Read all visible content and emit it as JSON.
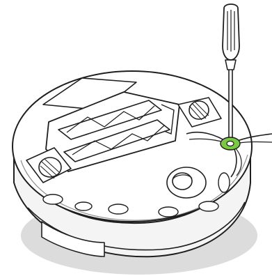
{
  "illustration": {
    "subject": "robot-vacuum-underside",
    "tool": "screwdriver",
    "highlight_part": "side-brush-screw"
  },
  "colors": {
    "background": "#ffffff",
    "outline": "#1e1e1e",
    "body_fill": "#ffffff",
    "shadow": "#dcdcdc",
    "side_wall": "#f4f4f4",
    "screw_highlight": "#7ac943",
    "screw_highlight_inner": "#a6e36b"
  },
  "icons": {
    "screwdriver": "screwdriver-icon",
    "screw": "screw-icon"
  }
}
